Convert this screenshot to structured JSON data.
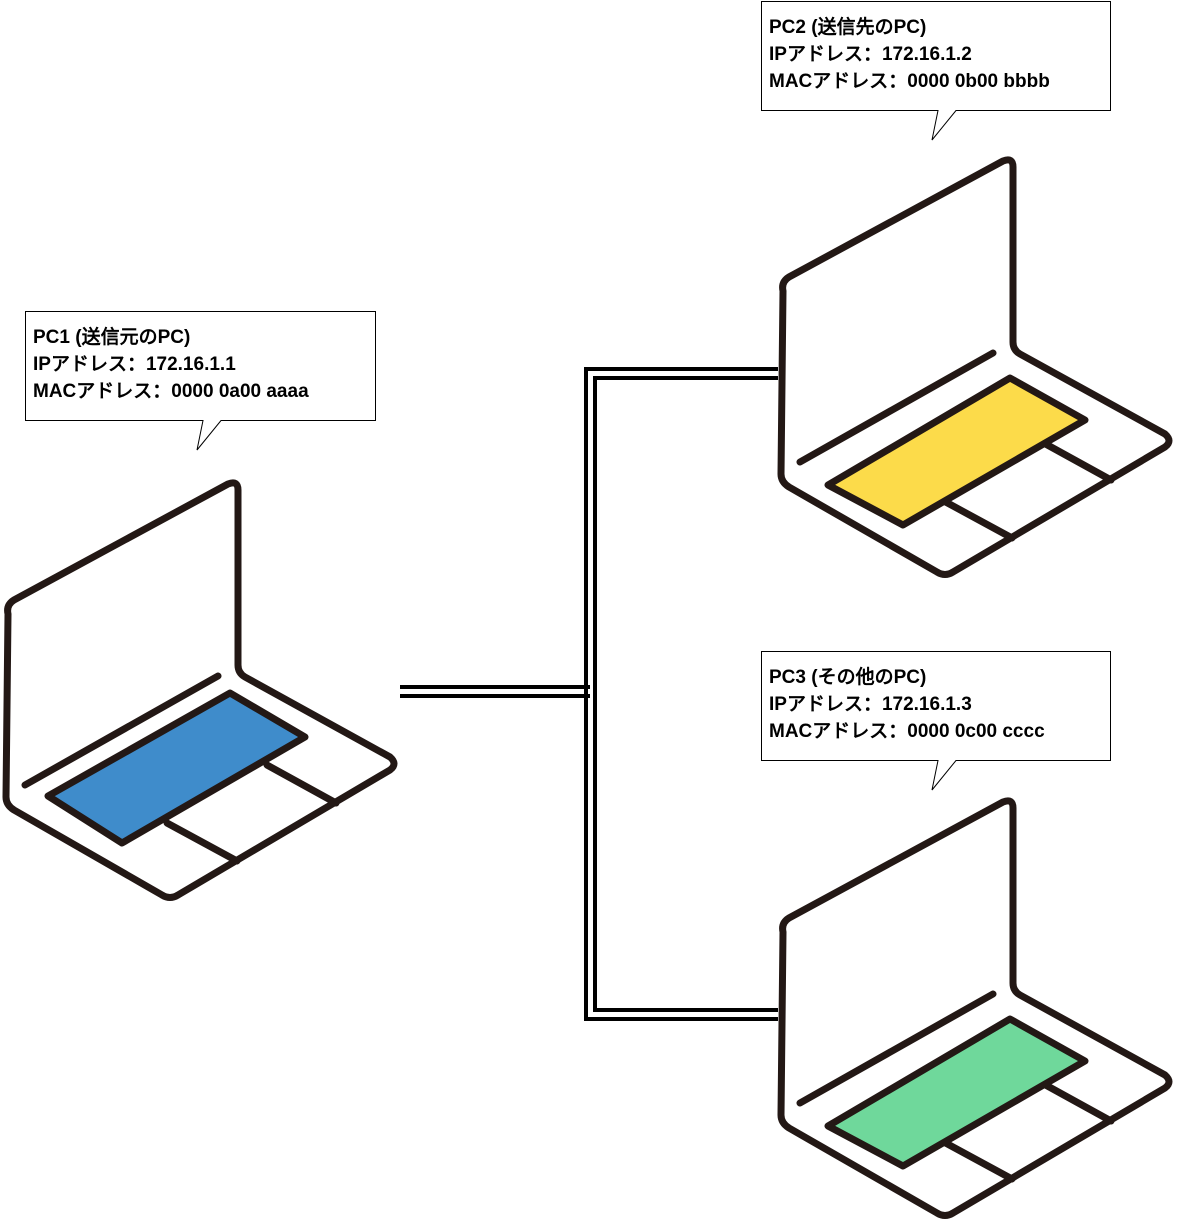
{
  "diagram": {
    "type": "network-topology",
    "connection": "shared-bus"
  },
  "nodes": [
    {
      "id": "pc1",
      "title": "PC1 (送信元のPC)",
      "ip_line": "IPアドレス：172.16.1.1",
      "mac_line": "MACアドレス：0000 0a00 aaaa",
      "role": "sender",
      "keyboard_color": "#3f8ccb"
    },
    {
      "id": "pc2",
      "title": "PC2 (送信先のPC)",
      "ip_line": "IPアドレス：172.16.1.2",
      "mac_line": "MACアドレス：0000 0b00 bbbb",
      "role": "destination",
      "keyboard_color": "#fcdb4a"
    },
    {
      "id": "pc3",
      "title": "PC3 (その他のPC)",
      "ip_line": "IPアドレス：172.16.1.3",
      "mac_line": "MACアドレス：0000 0c00 cccc",
      "role": "other",
      "keyboard_color": "#6fd89b"
    }
  ],
  "links": [
    {
      "from": "pc1",
      "to": "bus"
    },
    {
      "from": "bus",
      "to": "pc2"
    },
    {
      "from": "bus",
      "to": "pc3"
    }
  ],
  "colors": {
    "outline": "#231815",
    "cable": "#000000",
    "background": "#ffffff"
  }
}
